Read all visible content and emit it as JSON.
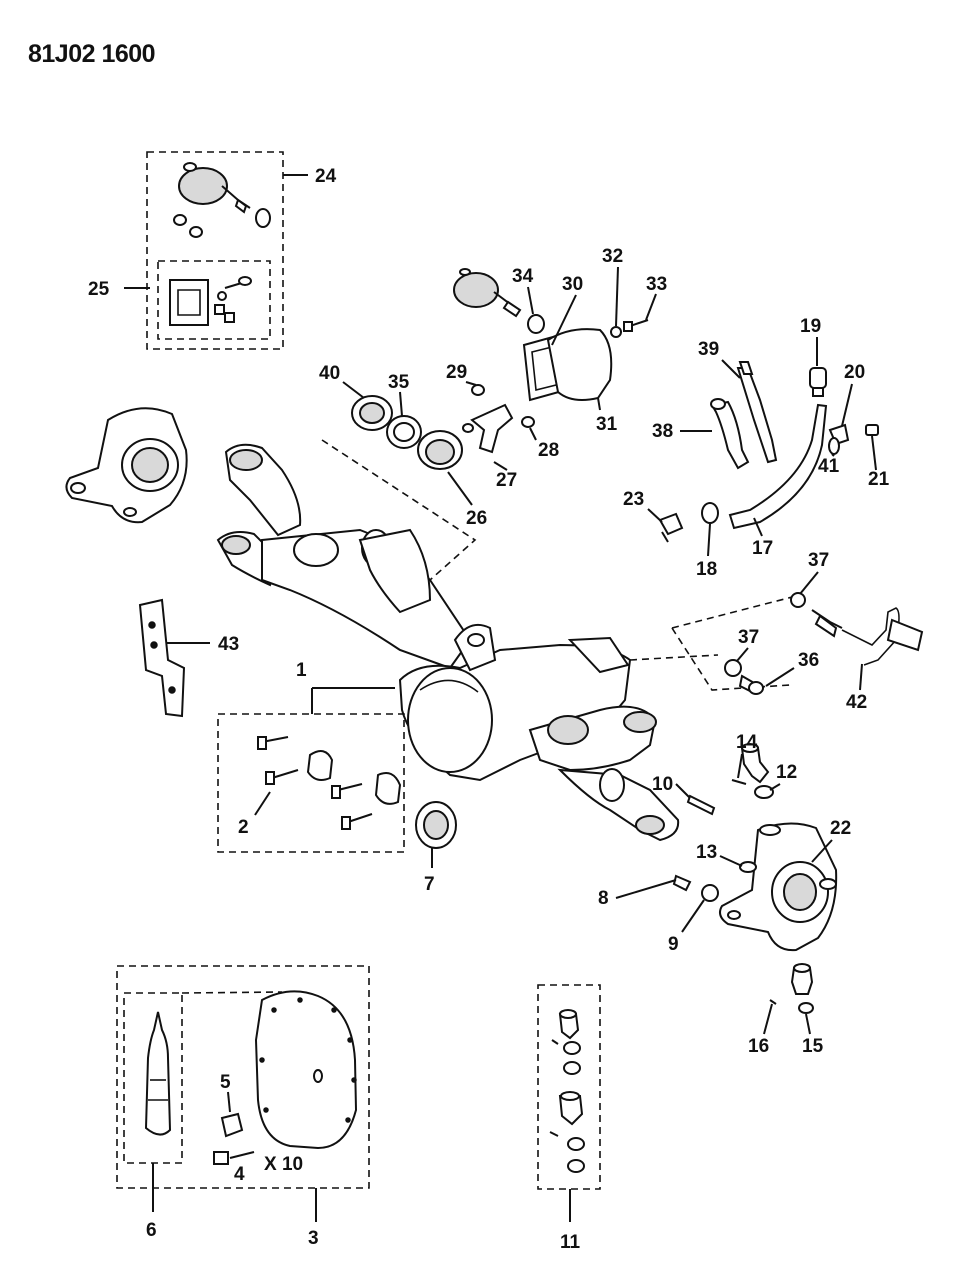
{
  "header": {
    "code": "81J02 1600"
  },
  "callouts": {
    "c1": "1",
    "c2": "2",
    "c3": "3",
    "c4": "4",
    "c5": "5",
    "c6": "6",
    "c7": "7",
    "c8": "8",
    "c9": "9",
    "c10": "10",
    "c11": "11",
    "c12": "12",
    "c13": "13",
    "c14": "14",
    "c15": "15",
    "c16": "16",
    "c17": "17",
    "c18": "18",
    "c19": "19",
    "c20": "20",
    "c21": "21",
    "c22": "22",
    "c23": "23",
    "c24": "24",
    "c25": "25",
    "c26": "26",
    "c27": "27",
    "c28": "28",
    "c29": "29",
    "c30": "30",
    "c31": "31",
    "c32": "32",
    "c33": "33",
    "c34": "34",
    "c35": "35",
    "c36": "36",
    "c37a": "37",
    "c37b": "37",
    "c38": "38",
    "c39": "39",
    "c40": "40",
    "c41": "41",
    "c42": "42",
    "c43": "43"
  },
  "annotations": {
    "quantity": "X 10"
  }
}
